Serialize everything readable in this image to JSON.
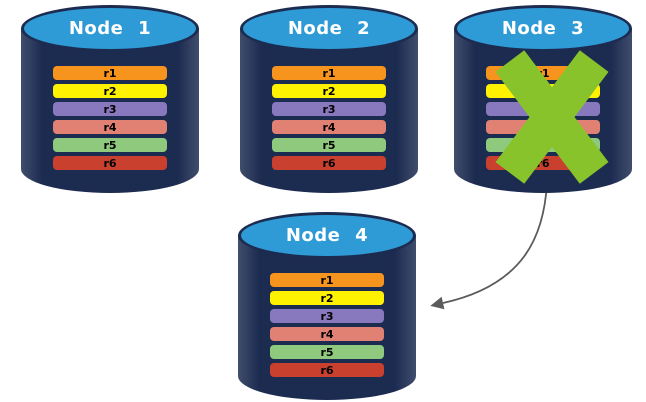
{
  "diagram": {
    "colors": {
      "background": "#FFFFFF",
      "cylinder_body": "#1C2B50",
      "cylinder_top": "#2F9BD6",
      "title_text": "#FFFFFF",
      "row_text": "#000000",
      "failure_x": "#89C32C",
      "arrow": "#5B5B5B"
    },
    "nodes": [
      {
        "label": "Node 1",
        "failed": false,
        "rows": [
          {
            "label": "r1",
            "color": "#F7941D"
          },
          {
            "label": "r2",
            "color": "#FFF200"
          },
          {
            "label": "r3",
            "color": "#8878BE"
          },
          {
            "label": "r4",
            "color": "#E08173"
          },
          {
            "label": "r5",
            "color": "#8FC97E"
          },
          {
            "label": "r6",
            "color": "#C9402E"
          }
        ]
      },
      {
        "label": "Node 2",
        "failed": false,
        "rows": [
          {
            "label": "r1",
            "color": "#F7941D"
          },
          {
            "label": "r2",
            "color": "#FFF200"
          },
          {
            "label": "r3",
            "color": "#8878BE"
          },
          {
            "label": "r4",
            "color": "#E08173"
          },
          {
            "label": "r5",
            "color": "#8FC97E"
          },
          {
            "label": "r6",
            "color": "#C9402E"
          }
        ]
      },
      {
        "label": "Node 3",
        "failed": true,
        "rows": [
          {
            "label": "r1",
            "color": "#F7941D"
          },
          {
            "label": "r2",
            "color": "#FFF200"
          },
          {
            "label": "r3",
            "color": "#8878BE"
          },
          {
            "label": "r4",
            "color": "#E08173"
          },
          {
            "label": "r5",
            "color": "#8FC97E"
          },
          {
            "label": "r6",
            "color": "#C9402E"
          }
        ]
      },
      {
        "label": "Node 4",
        "failed": false,
        "rows": [
          {
            "label": "r1",
            "color": "#F7941D"
          },
          {
            "label": "r2",
            "color": "#FFF200"
          },
          {
            "label": "r3",
            "color": "#8878BE"
          },
          {
            "label": "r4",
            "color": "#E08173"
          },
          {
            "label": "r5",
            "color": "#8FC97E"
          },
          {
            "label": "r6",
            "color": "#C9402E"
          }
        ]
      }
    ],
    "arrow": {
      "from": "Node 3",
      "to": "Node 4"
    }
  }
}
